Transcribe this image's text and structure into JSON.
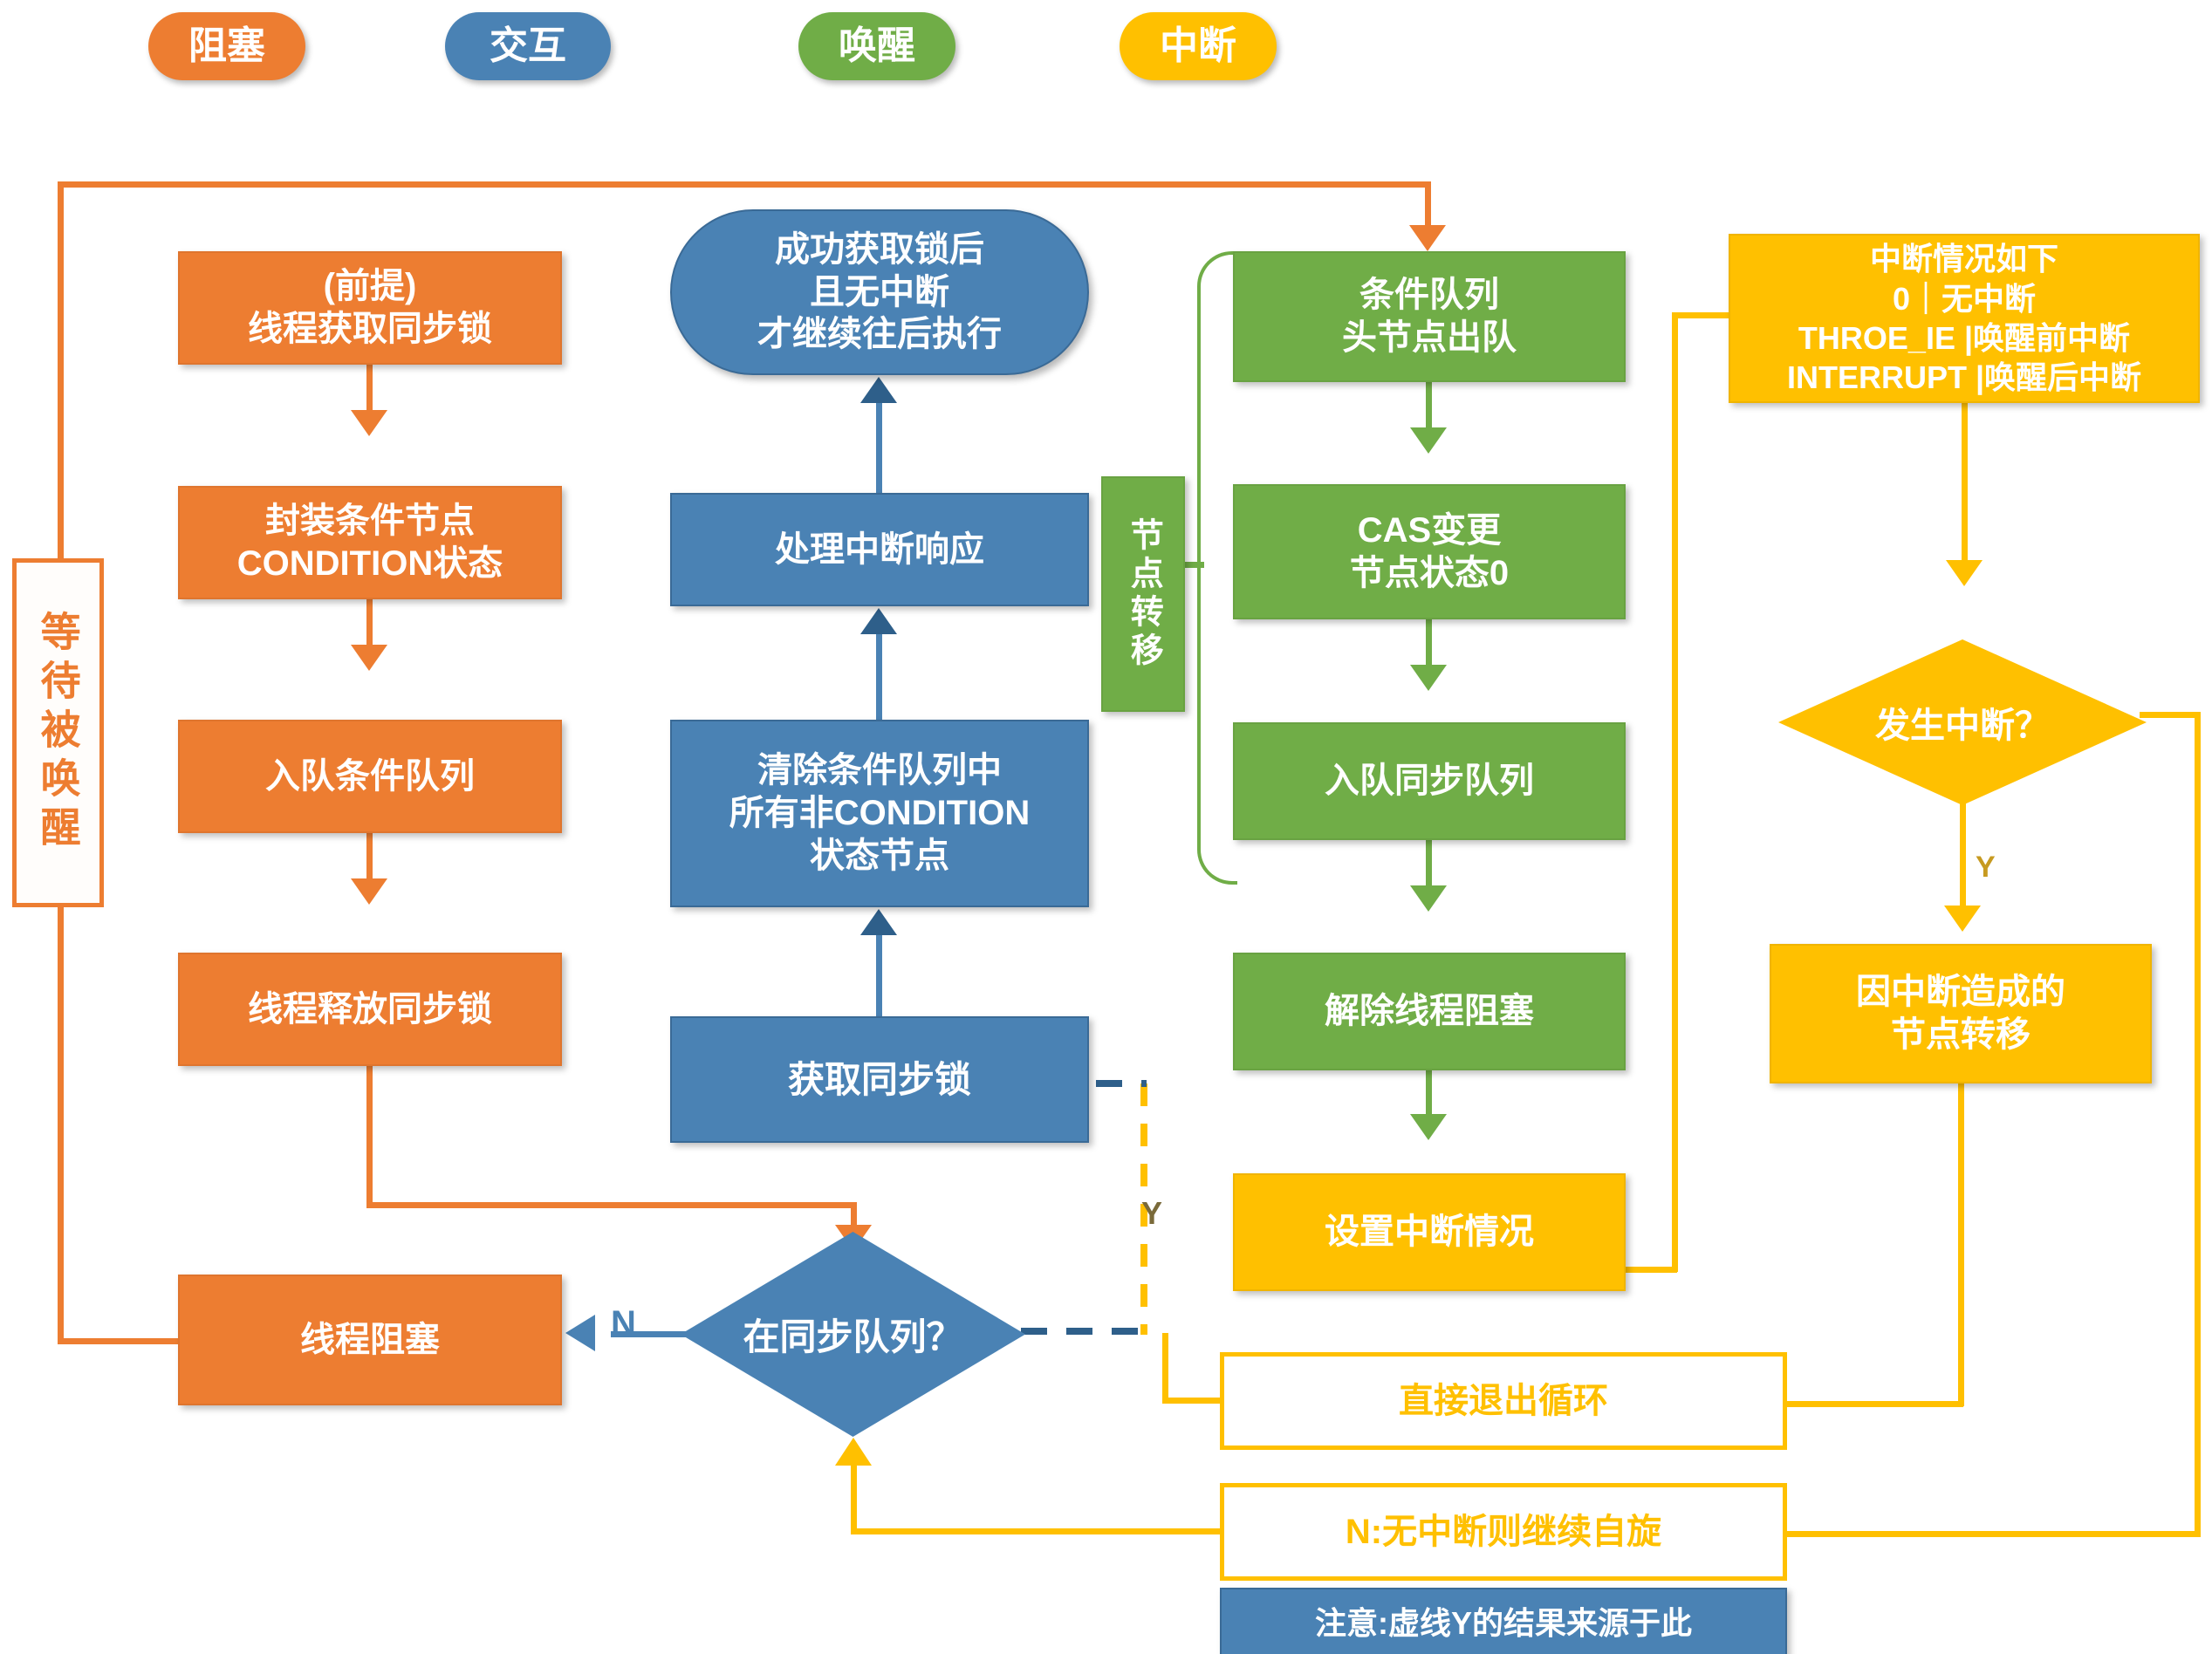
{
  "legend": [
    {
      "label": "阻塞",
      "color": "#ED7D31"
    },
    {
      "label": "交互",
      "color": "#4A82B4"
    },
    {
      "label": "唤醒",
      "color": "#70AD47"
    },
    {
      "label": "中断",
      "color": "#FFC000"
    }
  ],
  "blocking_column": {
    "wait_label": "等待被唤醒",
    "steps": [
      {
        "text": "(前提)\n线程获取同步锁"
      },
      {
        "text": "封装条件节点\nCONDITION状态"
      },
      {
        "text": "入队条件队列"
      },
      {
        "text": "线程释放同步锁"
      },
      {
        "text": "线程阻塞"
      }
    ]
  },
  "interaction_column": {
    "terminator": "成功获取锁后\n且无中断\n才继续往后执行",
    "steps": [
      {
        "text": "处理中断响应"
      },
      {
        "text": "清除条件队列中\n所有非CONDITION\n状态节点"
      },
      {
        "text": "获取同步锁"
      }
    ],
    "decision": "在同步队列？",
    "decision_no": "N",
    "decision_yes": "Y"
  },
  "wakeup_column": {
    "transfer_label": "节点转移",
    "steps": [
      {
        "text": "条件队列\n头节点出队"
      },
      {
        "text": "CAS变更\n节点状态0"
      },
      {
        "text": "入队同步队列"
      },
      {
        "text": "解除线程阻塞"
      },
      {
        "text": "设置中断情况"
      }
    ]
  },
  "interrupt_column": {
    "info": "中断情况如下\n0｜无中断\nTHROE_IE |唤醒前中断\nINTERRUPT |唤醒后中断",
    "decision": "发生中断？",
    "decision_yes": "Y",
    "result": "因中断造成的\n节点转移"
  },
  "bottom_notes": {
    "exit_loop": "直接退出循环",
    "continue_spin": "N:无中断则继续自旋",
    "note": "注意:虚线Y的结果来源于此"
  }
}
